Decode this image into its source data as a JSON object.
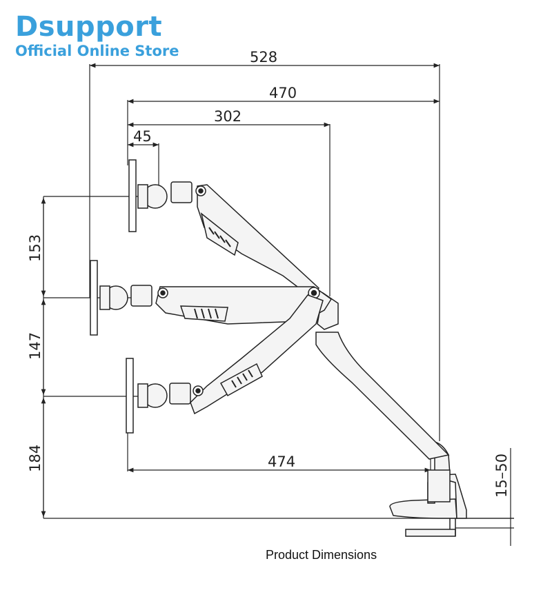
{
  "brand": {
    "name": "Dsupport",
    "subtitle": "Official Online Store",
    "color": "#3aa0dc"
  },
  "caption": "Product Dimensions",
  "dimensions": {
    "overall_reach": "528",
    "upper_span": "470",
    "mid_span": "302",
    "vesa_offset": "45",
    "lower_reach": "474",
    "height_upper": "153",
    "height_middle": "147",
    "height_lower": "184",
    "clamp_thickness": "15–50"
  },
  "colors": {
    "line": "#222222",
    "arm_fill": "#f4f4f4"
  }
}
